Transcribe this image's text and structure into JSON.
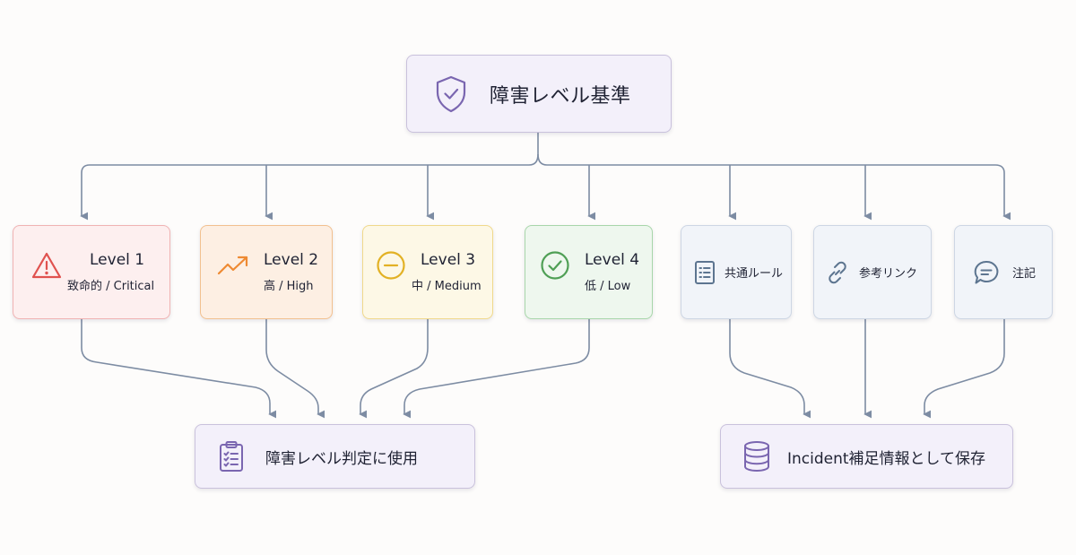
{
  "title": {
    "label": "障害レベル基準",
    "icon": "shield-check-icon"
  },
  "levels": [
    {
      "name": "Level 1",
      "sub": "致命的 / Critical",
      "icon": "warning-triangle-icon",
      "color": "#e0524f"
    },
    {
      "name": "Level 2",
      "sub": "高 / High",
      "icon": "trending-up-icon",
      "color": "#ee8a33"
    },
    {
      "name": "Level 3",
      "sub": "中 / Medium",
      "icon": "minus-circle-icon",
      "color": "#e2b124"
    },
    {
      "name": "Level 4",
      "sub": "低 / Low",
      "icon": "check-circle-icon",
      "color": "#4f9f55"
    }
  ],
  "extras": [
    {
      "label": "共通ルール",
      "icon": "document-list-icon"
    },
    {
      "label": "参考リンク",
      "icon": "link-icon"
    },
    {
      "label": "注記",
      "icon": "comment-icon"
    }
  ],
  "outputs": [
    {
      "label": "障害レベル判定に使用",
      "icon": "clipboard-checklist-icon"
    },
    {
      "label": "Incident補足情報として保存",
      "icon": "database-icon"
    }
  ],
  "colors": {
    "purple": "#7a66b0",
    "blue": "#5d7590",
    "line": "#7d8ca3"
  }
}
